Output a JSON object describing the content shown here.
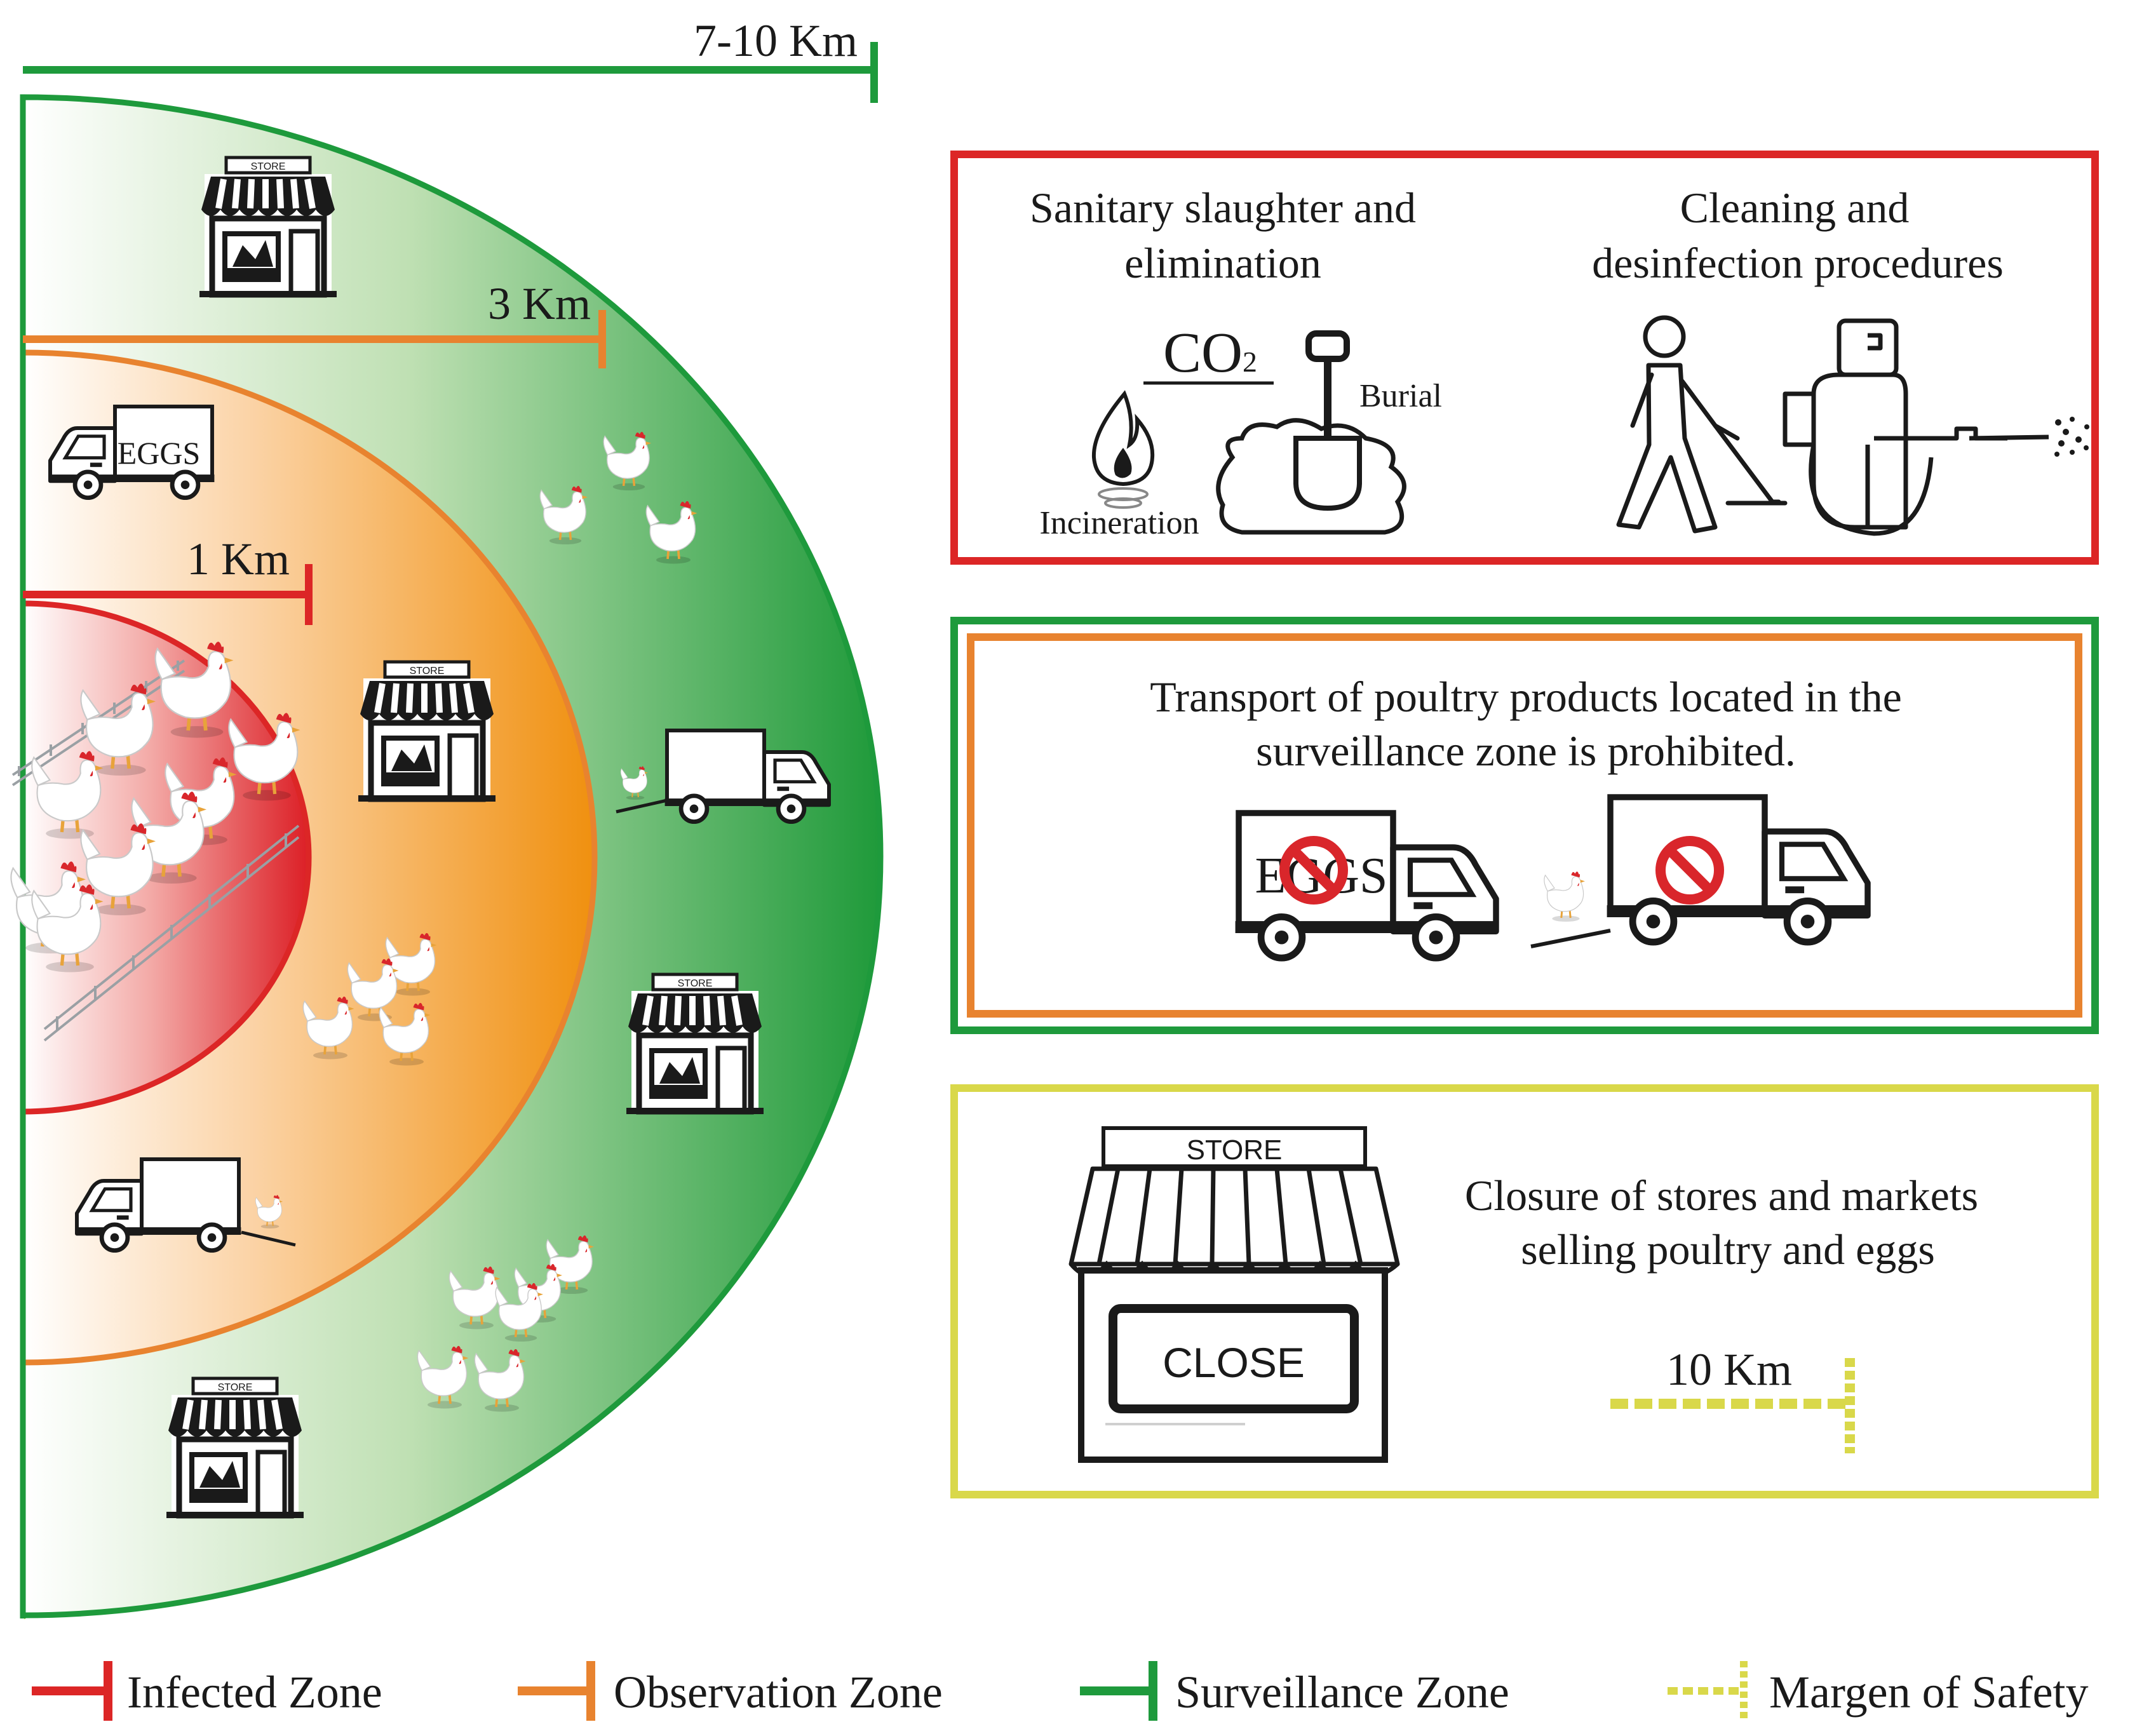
{
  "distances": {
    "surveillance": "7-10 Km",
    "observation": "3 Km",
    "infected": "1 Km"
  },
  "map_labels": {
    "store": "STORE",
    "eggs": "EGGS"
  },
  "panel_red": {
    "left_title_line1": "Sanitary slaughter and",
    "left_title_line2": "elimination",
    "co2": "CO",
    "co2_sub": "2",
    "burial": "Burial",
    "incineration": "Incineration",
    "right_title_line1": "Cleaning and",
    "right_title_line2": "desinfection procedures"
  },
  "panel_transport": {
    "line1": "Transport of poultry products located in the",
    "line2": "surveillance zone is prohibited.",
    "eggs": "EGGS"
  },
  "panel_closure": {
    "store": "STORE",
    "close": "CLOSE",
    "line1": "Closure of stores and markets",
    "line2": "selling poultry and eggs",
    "distance": "10 Km"
  },
  "legend": [
    {
      "label": "Infected Zone",
      "color": "#dc2626"
    },
    {
      "label": "Observation Zone",
      "color": "#e8832f"
    },
    {
      "label": "Surveillance Zone",
      "color": "#1e9a3c"
    },
    {
      "label": "Margen of Safety",
      "color": "#d9d84a"
    }
  ],
  "colors": {
    "red": "#dc2626",
    "orange": "#e8832f",
    "green": "#1e9a3c",
    "yellow": "#d9d84a"
  }
}
